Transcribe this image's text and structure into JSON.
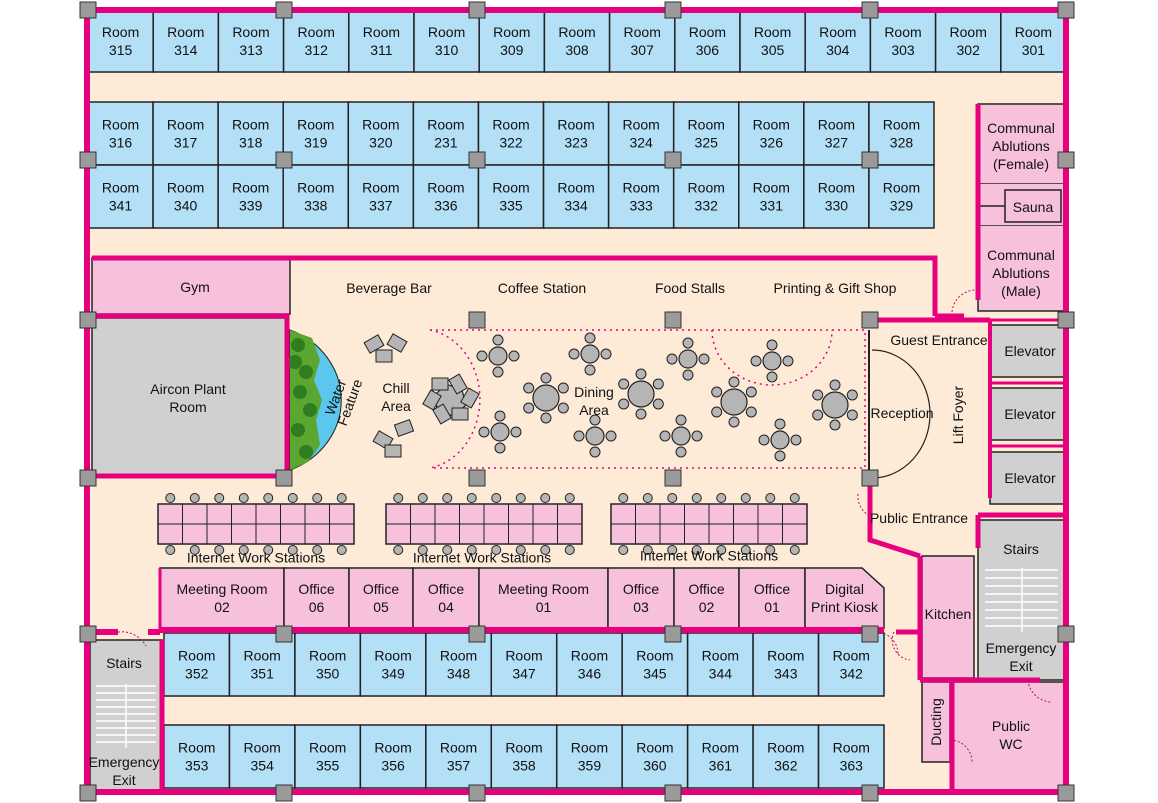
{
  "colors": {
    "wall": "#e6007e",
    "floor": "#fdebd8",
    "room": "#b3e0f7",
    "pink": "#f7c1dc",
    "grey": "#d0d0d0",
    "pillar": "#9a9a9a",
    "water": "#5bc7ee",
    "plants": "#5aa630",
    "furniture": "#b5b5b5"
  },
  "room_word": "Room",
  "rooms_row1": [
    "315",
    "314",
    "313",
    "312",
    "311",
    "310",
    "309",
    "308",
    "307",
    "306",
    "305",
    "304",
    "303",
    "302",
    "301"
  ],
  "rooms_row2": [
    "316",
    "317",
    "318",
    "319",
    "320",
    "231",
    "322",
    "323",
    "324",
    "325",
    "326",
    "327",
    "328"
  ],
  "rooms_row3": [
    "341",
    "340",
    "339",
    "338",
    "337",
    "336",
    "335",
    "334",
    "333",
    "332",
    "331",
    "330",
    "329"
  ],
  "rooms_row4": [
    "352",
    "351",
    "350",
    "349",
    "348",
    "347",
    "346",
    "345",
    "344",
    "343",
    "342"
  ],
  "rooms_row5": [
    "353",
    "354",
    "355",
    "356",
    "357",
    "358",
    "359",
    "360",
    "361",
    "362",
    "363"
  ],
  "offices": [
    [
      "Meeting Room",
      "02"
    ],
    [
      "Office",
      "06"
    ],
    [
      "Office",
      "05"
    ],
    [
      "Office",
      "04"
    ],
    [
      "Meeting Room",
      "01"
    ],
    [
      "Office",
      "03"
    ],
    [
      "Office",
      "02"
    ],
    [
      "Office",
      "01"
    ],
    [
      "Digital",
      "Print Kiosk"
    ]
  ],
  "labels": {
    "gym": "Gym",
    "aircon": [
      "Aircon Plant",
      "Room"
    ],
    "water": [
      "Water",
      "Feature"
    ],
    "chill": [
      "Chill",
      "Area"
    ],
    "dining": [
      "Dining",
      "Area"
    ],
    "beverage": "Beverage Bar",
    "coffee": "Coffee Station",
    "food": "Food Stalls",
    "printing": "Printing & Gift Shop",
    "reception": "Reception",
    "lift_foyer": "Lift Foyer",
    "guest_entrance": "Guest Entrance",
    "public_entrance": "Public Entrance",
    "elevator": "Elevator",
    "stairs": "Stairs",
    "emergency": [
      "Emergency",
      "Exit"
    ],
    "kitchen": "Kitchen",
    "ducting": "Ducting",
    "public_wc": [
      "Public",
      "WC"
    ],
    "communal_female": [
      "Communal",
      "Ablutions",
      "(Female)"
    ],
    "sauna": "Sauna",
    "communal_male": [
      "Communal",
      "Ablutions",
      "(Male)"
    ],
    "internet": "Internet Work Stations"
  }
}
